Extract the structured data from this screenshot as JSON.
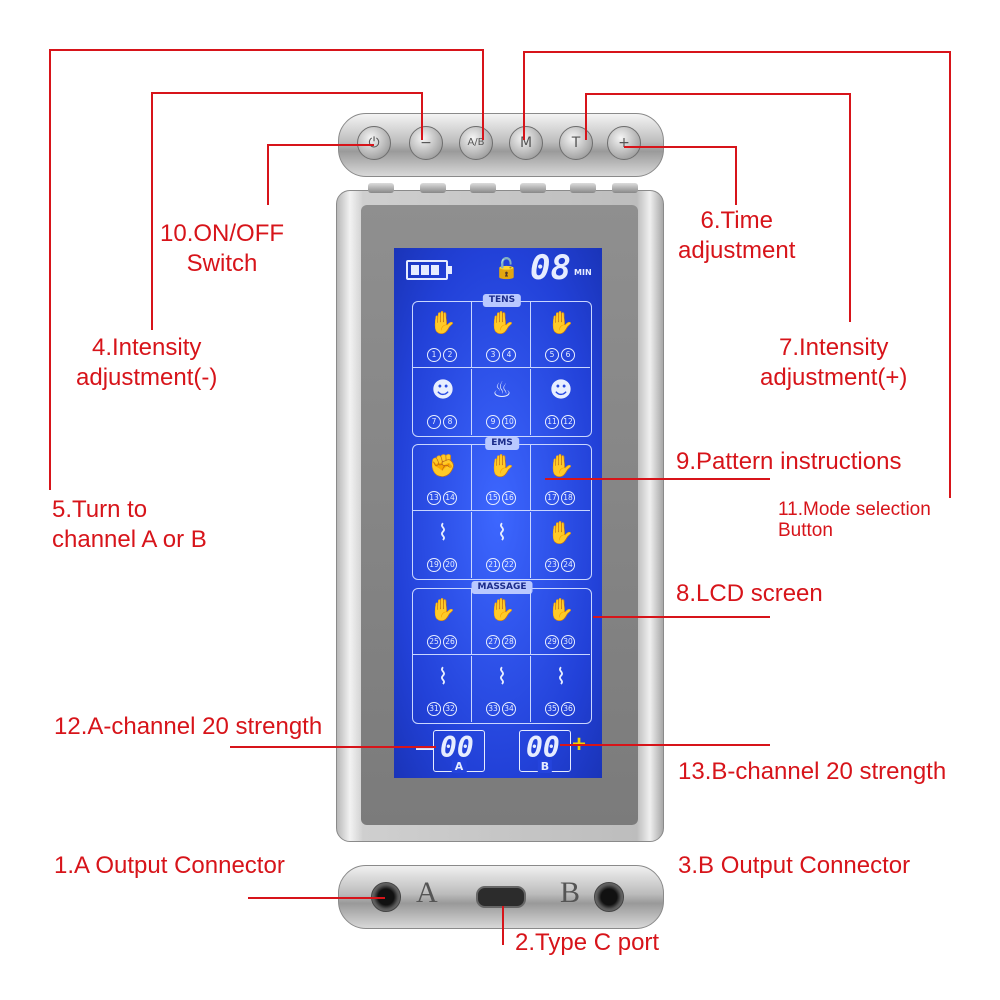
{
  "labels": {
    "on_off": "10.ON/OFF\nSwitch",
    "intensity_minus": "4.Intensity\nadjustment(-)",
    "channel_ab": "5.Turn to\nchannel A or B",
    "time_adj": "6.Time\nadjustment",
    "intensity_plus": "7.Intensity\nadjustment(+)",
    "pattern": "9.Pattern instructions",
    "mode_select": "11.Mode selection\nButton",
    "lcd": "8.LCD screen",
    "a_strength": "12.A-channel 20 strength",
    "b_strength": "13.B-channel 20 strength",
    "a_output": "1.A Output Connector",
    "b_output": "3.B Output Connector",
    "typec": "2.Type C port"
  },
  "buttons": [
    "⏻",
    "−",
    "A/B",
    "M",
    "T",
    "+"
  ],
  "screen": {
    "timer": "08",
    "timer_unit": "MIN",
    "panels": [
      {
        "title": "TENS",
        "nums": [
          "1",
          "2",
          "3",
          "4",
          "5",
          "6",
          "7",
          "8",
          "9",
          "10",
          "11",
          "12"
        ]
      },
      {
        "title": "EMS",
        "nums": [
          "13",
          "14",
          "15",
          "16",
          "17",
          "18",
          "19",
          "20",
          "21",
          "22",
          "23",
          "24"
        ]
      },
      {
        "title": "MASSAGE",
        "nums": [
          "25",
          "26",
          "27",
          "28",
          "29",
          "30",
          "31",
          "32",
          "33",
          "34",
          "35",
          "36"
        ]
      }
    ],
    "channel_a_value": "00",
    "channel_b_value": "00",
    "channel_a_letter": "A",
    "channel_b_letter": "B",
    "minus_sign": "—",
    "plus_sign": "+"
  },
  "ports": {
    "a": "A",
    "b": "B"
  },
  "colors": {
    "label": "#d7141a",
    "screen": "#2443dc"
  }
}
